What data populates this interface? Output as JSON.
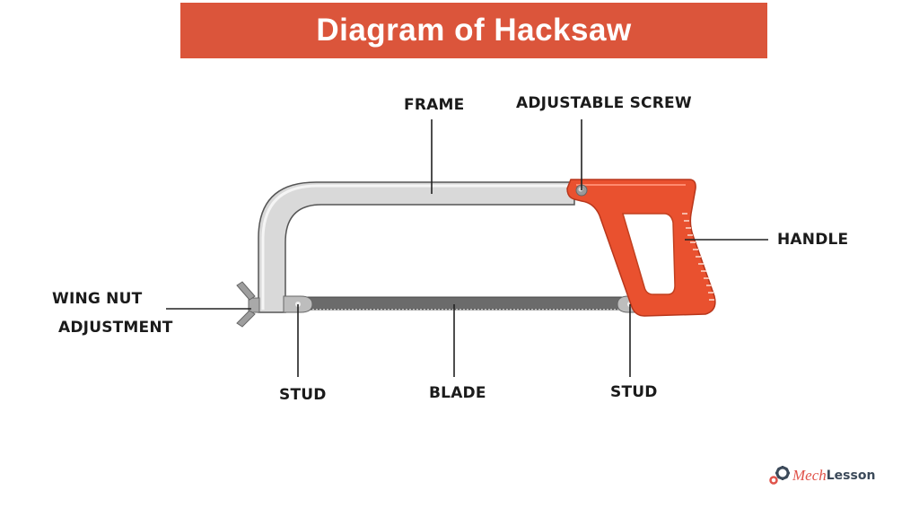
{
  "title": "Diagram of Hacksaw",
  "colors": {
    "banner": "#db553b",
    "handle": "#e9512f",
    "frame": "#d6d6d6",
    "blade": "#6e6e6e",
    "leader": "#222222"
  },
  "labels": {
    "frame": "FRAME",
    "adjustable_screw": "ADJUSTABLE SCREW",
    "handle": "HANDLE",
    "wing_nut_line1": "WING NUT",
    "wing_nut_line2": "ADJUSTMENT",
    "stud_left": "STUD",
    "blade": "BLADE",
    "stud_right": "STUD"
  },
  "logo": {
    "mech": "Mech",
    "lesson": "Lesson",
    "icon": "gears-icon"
  }
}
